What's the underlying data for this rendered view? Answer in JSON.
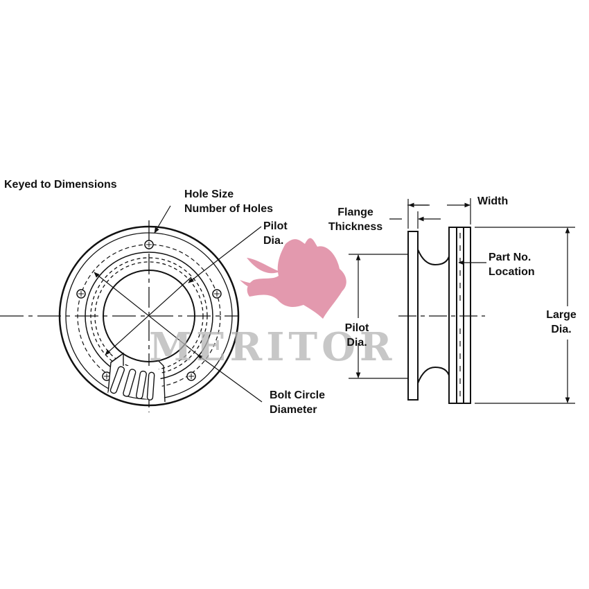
{
  "title": "Keyed to Dimensions",
  "labels": {
    "hole_size": "Hole Size",
    "number_of_holes": "Number of Holes",
    "pilot_dia_front_1": "Pilot",
    "pilot_dia_front_2": "Dia.",
    "bolt_circle_1": "Bolt Circle",
    "bolt_circle_2": "Diameter",
    "flange_thickness_1": "Flange",
    "flange_thickness_2": "Thickness",
    "width": "Width",
    "part_no_location_1": "Part No.",
    "part_no_location_2": "Location",
    "pilot_dia_side_1": "Pilot",
    "pilot_dia_side_2": "Dia.",
    "large_dia_1": "Large",
    "large_dia_2": "Dia."
  },
  "watermark": {
    "text": "MERITOR",
    "logo_color": "#d9728f"
  },
  "colors": {
    "line": "#111111",
    "background": "#ffffff"
  }
}
